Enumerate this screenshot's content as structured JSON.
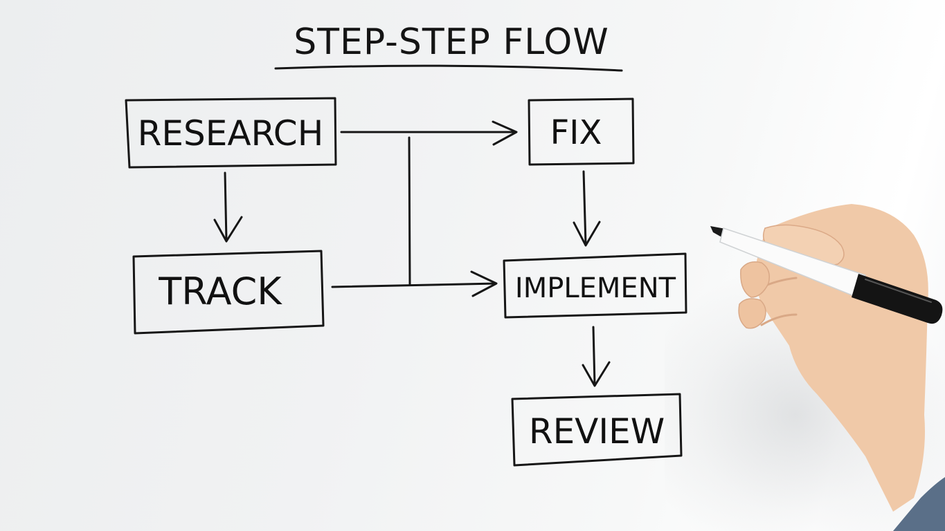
{
  "title": "STEP-STEP FLOW",
  "nodes": {
    "research": "RESEARCH",
    "track": "TRACK",
    "fix": "FIX",
    "implement": "IMPLEMENT",
    "review": "REVIEW"
  },
  "colors": {
    "ink": "#161616",
    "board": "#f1f2f3",
    "marker_body": "#ffffff",
    "marker_cap": "#141414",
    "skin": "#f0c9a8",
    "sleeve": "#5a6f88"
  },
  "edges": [
    {
      "from": "RESEARCH",
      "to": "TRACK"
    },
    {
      "from": "RESEARCH",
      "to": "FIX"
    },
    {
      "from": "TRACK",
      "to": "IMPLEMENT"
    },
    {
      "from": "FIX",
      "to": "IMPLEMENT"
    },
    {
      "from": "IMPLEMENT",
      "to": "REVIEW"
    }
  ],
  "icons": [
    "marker-icon",
    "hand-icon"
  ]
}
